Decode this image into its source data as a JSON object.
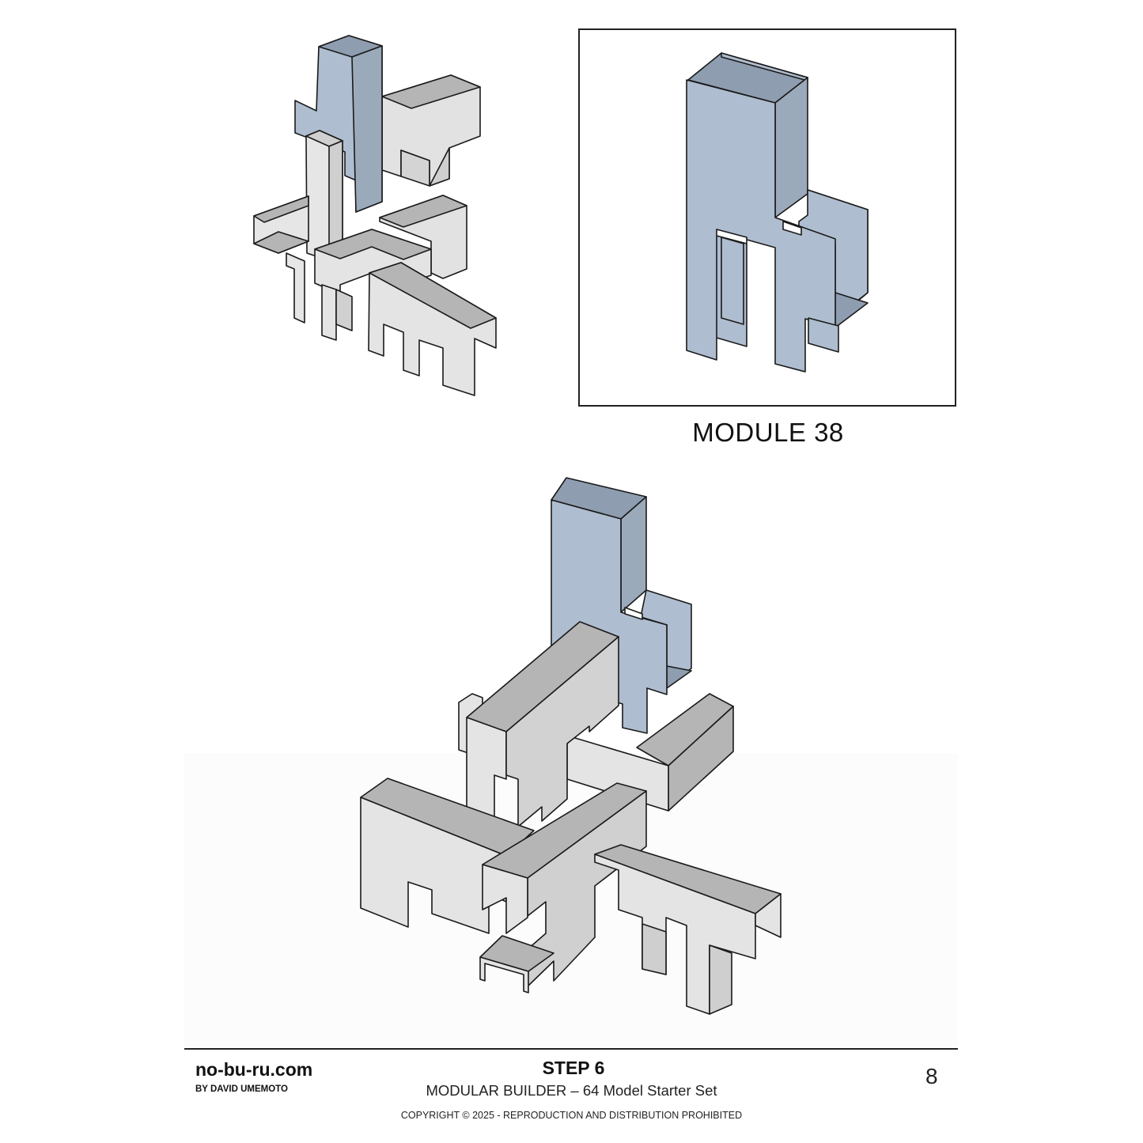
{
  "module": {
    "label": "MODULE 38"
  },
  "footer": {
    "site": "no-bu-ru.com",
    "byline": "BY DAVID UMEMOTO",
    "step": "STEP 6",
    "subtitle": "MODULAR BUILDER – 64 Model Starter Set",
    "copyright": "COPYRIGHT © 2025 - REPRODUCTION AND DISTRIBUTION PROHIBITED",
    "page_number": "8"
  },
  "colors": {
    "module_face": "#aebdcf",
    "module_side": "#9aaabb",
    "module_inner": "#8e9db0",
    "gray_top": "#b5b5b5",
    "gray_front": "#e4e4e4",
    "gray_side": "#cfcfcf",
    "outline": "#1a1a1a"
  },
  "figures": [
    {
      "name": "previous-assembly",
      "description": "Assembly after step 5 with module 38 placed (top-left)"
    },
    {
      "name": "module-38-detail",
      "description": "Isolated view of module 38"
    },
    {
      "name": "current-assembly",
      "description": "Assembly after step 6 (enlarged view)"
    }
  ]
}
